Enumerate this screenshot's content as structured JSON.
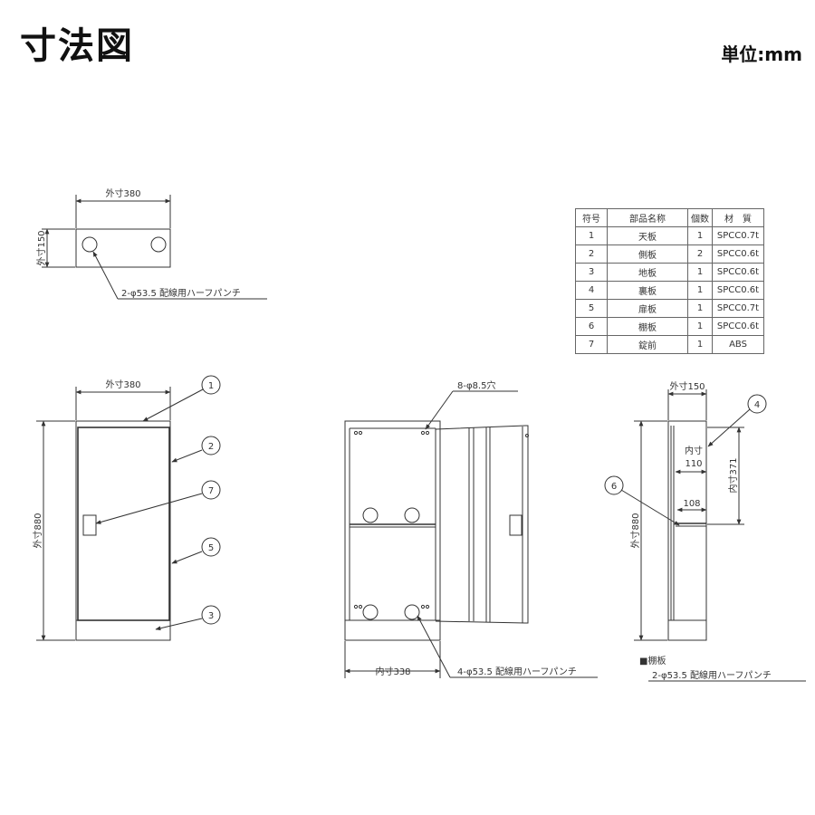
{
  "header": {
    "title": "寸法図",
    "unit": "単位:mm"
  },
  "top_view": {
    "width_label": "外寸380",
    "height_label": "外寸150",
    "punch_note": "2-φ53.5 配線用ハーフパンチ"
  },
  "front_view": {
    "width_label": "外寸380",
    "height_label": "外寸880",
    "callouts": [
      "1",
      "2",
      "7",
      "5",
      "3"
    ]
  },
  "open_view": {
    "hole_note": "8-φ8.5穴",
    "inner_width_label": "内寸338",
    "punch_note": "4-φ53.5 配線用ハーフパンチ"
  },
  "side_view": {
    "width_label": "外寸150",
    "height_label": "外寸880",
    "inner_depth_label_1": "内寸",
    "inner_depth_label_2": "110",
    "inner_height_label": "内寸371",
    "shelf_depth_label": "108",
    "callouts": [
      "4",
      "6"
    ],
    "shelf_title": "■棚板",
    "shelf_note": "2-φ53.5 配線用ハーフパンチ"
  },
  "parts_table": {
    "headers": [
      "符号",
      "部品名称",
      "個数",
      "材　質"
    ],
    "rows": [
      [
        "1",
        "天板",
        "1",
        "SPCC0.7t"
      ],
      [
        "2",
        "側板",
        "2",
        "SPCC0.6t"
      ],
      [
        "3",
        "地板",
        "1",
        "SPCC0.6t"
      ],
      [
        "4",
        "裏板",
        "1",
        "SPCC0.6t"
      ],
      [
        "5",
        "扉板",
        "1",
        "SPCC0.7t"
      ],
      [
        "6",
        "棚板",
        "1",
        "SPCC0.6t"
      ],
      [
        "7",
        "錠前",
        "1",
        "ABS"
      ]
    ]
  }
}
